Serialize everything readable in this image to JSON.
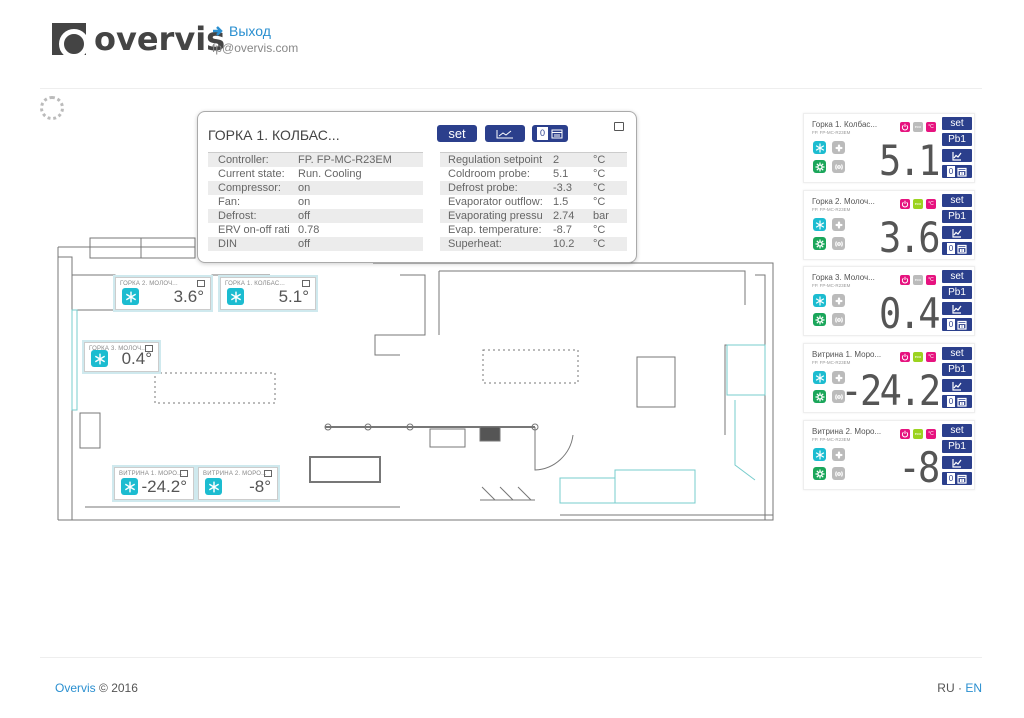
{
  "header": {
    "logo": "overvis",
    "logout": "Выход",
    "email": "fp@overvis.com"
  },
  "popup": {
    "title": "ГОРКА 1. КОЛБАС...",
    "set": "set",
    "counter": "0",
    "left": [
      [
        "Controller:",
        "FP. FP-MC-R23EM"
      ],
      [
        "Current state:",
        "Run. Cooling"
      ],
      [
        "Compressor:",
        "on"
      ],
      [
        "Fan:",
        "on"
      ],
      [
        "Defrost:",
        "off"
      ],
      [
        "ERV on-off rati",
        "0.78"
      ],
      [
        "DIN",
        "off"
      ]
    ],
    "right": [
      [
        "Regulation setpoint",
        "2",
        "°C"
      ],
      [
        "Coldroom probe:",
        "5.1",
        "°C"
      ],
      [
        "Defrost probe:",
        "-3.3",
        "°C"
      ],
      [
        "Evaporator outflow:",
        "1.5",
        "°C"
      ],
      [
        "Evaporating pressu",
        "2.74",
        "bar"
      ],
      [
        "Evap. temperature:",
        "-8.7",
        "°C"
      ],
      [
        "Superheat:",
        "10.2",
        "°C"
      ]
    ]
  },
  "tags": [
    {
      "name": "ГОРКА 2. МОЛОЧ...",
      "value": "3.6°"
    },
    {
      "name": "ГОРКА 1. КОЛБАС...",
      "value": "5.1°"
    },
    {
      "name": "ГОРКА 3. МОЛОЧ...",
      "value": "0.4°"
    },
    {
      "name": "ВИТРИНА 1. МОРО...",
      "value": "-24.2°"
    },
    {
      "name": "ВИТРИНА 2. МОРО...",
      "value": "-8°"
    }
  ],
  "cards": [
    {
      "name": "Горка 1. Колбас...",
      "model": "FP. FP-MC-R23EM",
      "display": "5.1",
      "eco": false
    },
    {
      "name": "Горка 2. Молоч...",
      "model": "FP. FP-MC-R23EM",
      "display": "3.6",
      "eco": true
    },
    {
      "name": "Горка 3. Молоч...",
      "model": "FP. FP-MC-R23EM",
      "display": "0.4",
      "eco": false
    },
    {
      "name": "Витрина 1. Моро...",
      "model": "FP. FP-MC-R23EM",
      "display": "-24.2",
      "eco": true
    },
    {
      "name": "Витрина 2. Моро...",
      "model": "FP. FP-MC-R23EM",
      "display": "-8",
      "eco": true
    }
  ],
  "card_buttons": {
    "set": "set",
    "probe": "Pb1",
    "counter": "0",
    "unit": "°C",
    "eco": "eco"
  },
  "colors": {
    "accent": "#2b3f8c",
    "cyan": "#1cbcd0",
    "green": "#1aa65a",
    "magenta": "#e6137f",
    "eco": "#9bd31f"
  },
  "footer": {
    "brand": "Overvis",
    "copy": "© 2016",
    "ru": "RU",
    "sep": "·",
    "en": "EN"
  }
}
